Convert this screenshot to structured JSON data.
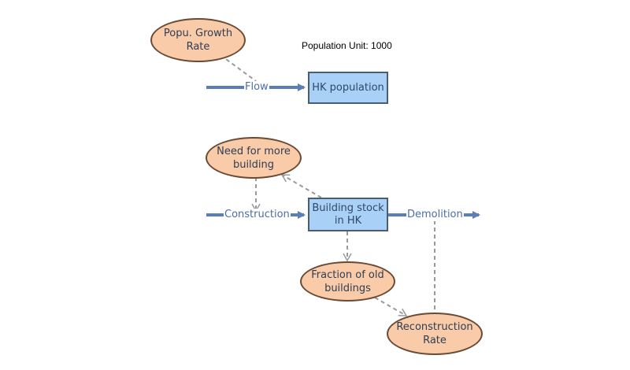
{
  "note": "Population Unit: 1000",
  "stocks": {
    "hk_population": "HK population",
    "building_stock": "Building stock\nin HK"
  },
  "flows": {
    "flow": "Flow",
    "construction": "Construction",
    "demolition": "Demolition"
  },
  "variables": {
    "popu_growth_rate": "Popu. Growth\nRate",
    "need_more_building": "Need for more\nbuilding",
    "fraction_old_buildings": "Fraction of old\nbuildings",
    "reconstruction_rate": "Reconstruction\nRate"
  },
  "colors": {
    "flow_pipe": "#5b7db8",
    "link": "#9a9a9a",
    "stock_fill": "#a9d1f7",
    "variable_fill": "#f9cba8"
  }
}
